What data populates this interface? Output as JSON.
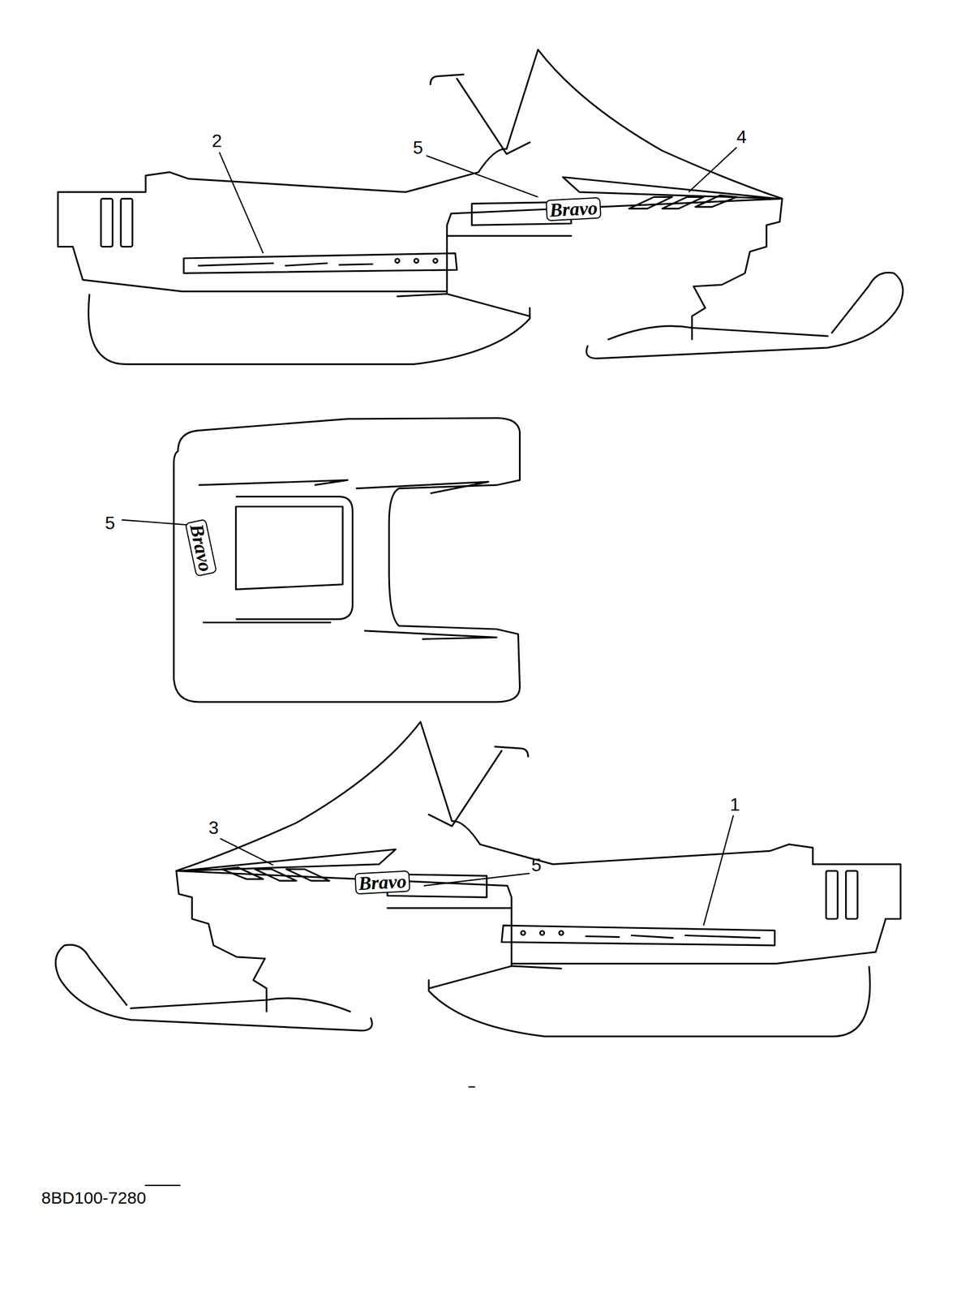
{
  "diagram": {
    "labels": [
      "2",
      "5",
      "Bravo",
      "4",
      "5",
      "Bravo",
      "3",
      "5",
      "Bravo",
      "1",
      "8BD100-7280"
    ]
  }
}
